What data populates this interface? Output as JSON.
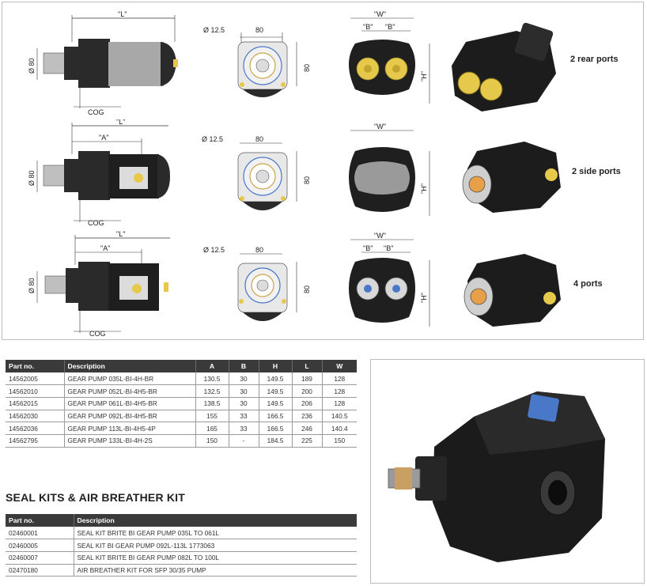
{
  "drawings": {
    "rows": [
      {
        "port_label": "2 rear ports",
        "dims": {
          "length": "\"L\"",
          "dia": "Ø 80",
          "cog": "COG",
          "bolt": "Ø 12.5",
          "face_w": "80",
          "face_h": "80",
          "width": "\"W\"",
          "port_b": "\"B\"",
          "port_b2": "\"B\"",
          "height": "\"H\""
        }
      },
      {
        "port_label": "2 side ports",
        "dims": {
          "length": "\"L\"",
          "a": "\"A\"",
          "dia": "Ø 80",
          "cog": "COG",
          "bolt": "Ø 12.5",
          "face_w": "80",
          "face_h": "80",
          "width": "\"W\"",
          "height": "\"H\""
        }
      },
      {
        "port_label": "4 ports",
        "dims": {
          "length": "\"L\"",
          "a": "\"A\"",
          "dia": "Ø 80",
          "cog": "COG",
          "bolt": "Ø 12.5",
          "face_w": "80",
          "face_h": "80",
          "width": "\"W\"",
          "port_b": "\"B\"",
          "port_b2": "\"B\"",
          "height": "\"H\""
        }
      }
    ]
  },
  "pump_table": {
    "headers": [
      "Part no.",
      "Description",
      "A",
      "B",
      "H",
      "L",
      "W"
    ],
    "rows": [
      [
        "14562005",
        "GEAR PUMP 035L-BI-4H-BR",
        "130.5",
        "30",
        "149.5",
        "189",
        "128"
      ],
      [
        "14562010",
        "GEAR PUMP 052L-BI-4H5-BR",
        "132.5",
        "30",
        "149.5",
        "200",
        "128"
      ],
      [
        "14562015",
        "GEAR PUMP 061L-BI-4H5-BR",
        "138.5",
        "30",
        "149.5",
        "206",
        "128"
      ],
      [
        "14562030",
        "GEAR PUMP 092L-BI-4H5-BR",
        "155",
        "33",
        "166.5",
        "236",
        "140.5"
      ],
      [
        "14562036",
        "GEAR PUMP 113L-BI-4H5-4P",
        "165",
        "33",
        "166.5",
        "246",
        "140.4"
      ],
      [
        "14562795",
        "GEAR PUMP 133L-BI-4H-2S",
        "150",
        "-",
        "184.5",
        "225",
        "150"
      ]
    ]
  },
  "seal_section": {
    "title": "SEAL KITS & AIR BREATHER KIT",
    "headers": [
      "Part no.",
      "Description"
    ],
    "rows": [
      [
        "02460001",
        "SEAL KIT BRITE BI GEAR PUMP 035L TO 061L"
      ],
      [
        "02460005",
        "SEAL KIT BI GEAR PUMP 092L-113L 1773063"
      ],
      [
        "02460007",
        "SEAL KIT BRITE BI GEAR PUMP 082L TO 100L"
      ],
      [
        "02470180",
        "AIR BREATHER KIT FOR SFP 30/35 PUMP"
      ]
    ]
  },
  "colors": {
    "header_bg": "#3a3a3a",
    "pump_body": "#1e1e1e",
    "port_yellow": "#e6c84a",
    "accent_blue": "#4a78c8"
  }
}
